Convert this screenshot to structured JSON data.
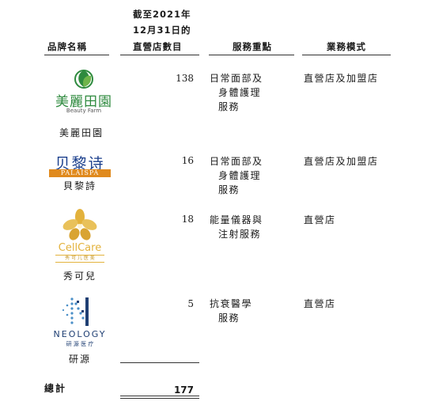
{
  "headers": {
    "brand": "品牌名稱",
    "stores_line1": "截至2021年",
    "stores_line2": "12月31日的",
    "stores_line3": "直營店數目",
    "focus": "服務重點",
    "model": "業務模式"
  },
  "rows": [
    {
      "logo_text": "美麗田園",
      "logo_sub": "Beauty Farm",
      "name": "美麗田園",
      "count": "138",
      "focus_l1": "日常面部及",
      "focus_l2": "身體護理",
      "focus_l3": "服務",
      "model": "直營店及加盟店"
    },
    {
      "logo_text": "贝黎诗",
      "logo_sub": "PALAISPA",
      "name": "貝黎詩",
      "count": "16",
      "focus_l1": "日常面部及",
      "focus_l2": "身體護理",
      "focus_l3": "服務",
      "model": "直營店及加盟店"
    },
    {
      "logo_text": "CellCare",
      "logo_sub": "秀 可 儿 医 美",
      "name": "秀可兒",
      "count": "18",
      "focus_l1": "能量儀器與",
      "focus_l2": "注射服務",
      "model": "直營店"
    },
    {
      "logo_text": "NEOLOGY",
      "logo_sub": "研 源 医 疗",
      "name": "研源",
      "count": "5",
      "focus_l1": "抗衰醫學",
      "focus_l2": "服務",
      "model": "直營店"
    }
  ],
  "total": {
    "label": "總計",
    "value": "177"
  },
  "colors": {
    "beauty_farm_green": "#2e8a3e",
    "palaispa_blue": "#1b3f8c",
    "palaispa_orange": "#e08a1e",
    "cellcare_gold": "#e3b23c",
    "neology_navy": "#1f3f73",
    "neology_blue": "#4a8fc8"
  }
}
